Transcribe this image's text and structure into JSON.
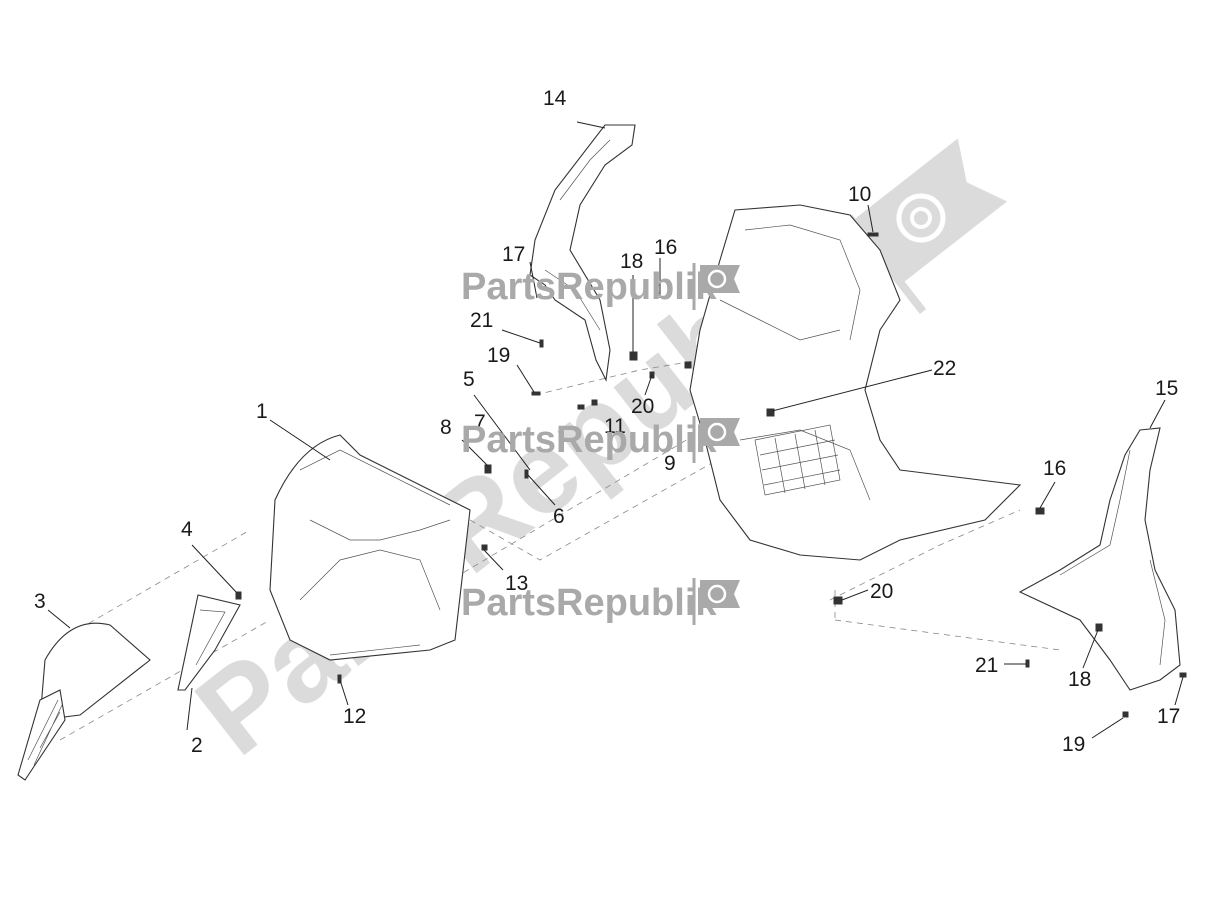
{
  "callouts": [
    "1",
    "2",
    "3",
    "4",
    "5",
    "6",
    "7",
    "8",
    "9",
    "10",
    "11",
    "12",
    "13",
    "14",
    "15",
    "16",
    "16",
    "17",
    "17",
    "18",
    "18",
    "19",
    "19",
    "20",
    "20",
    "21",
    "21",
    "22"
  ],
  "watermark": {
    "brand": "PartsRepublik",
    "diagonal": "PartsRepublik",
    "logo_icon": "gear-flag-icon",
    "color": "#a9a9a9"
  }
}
